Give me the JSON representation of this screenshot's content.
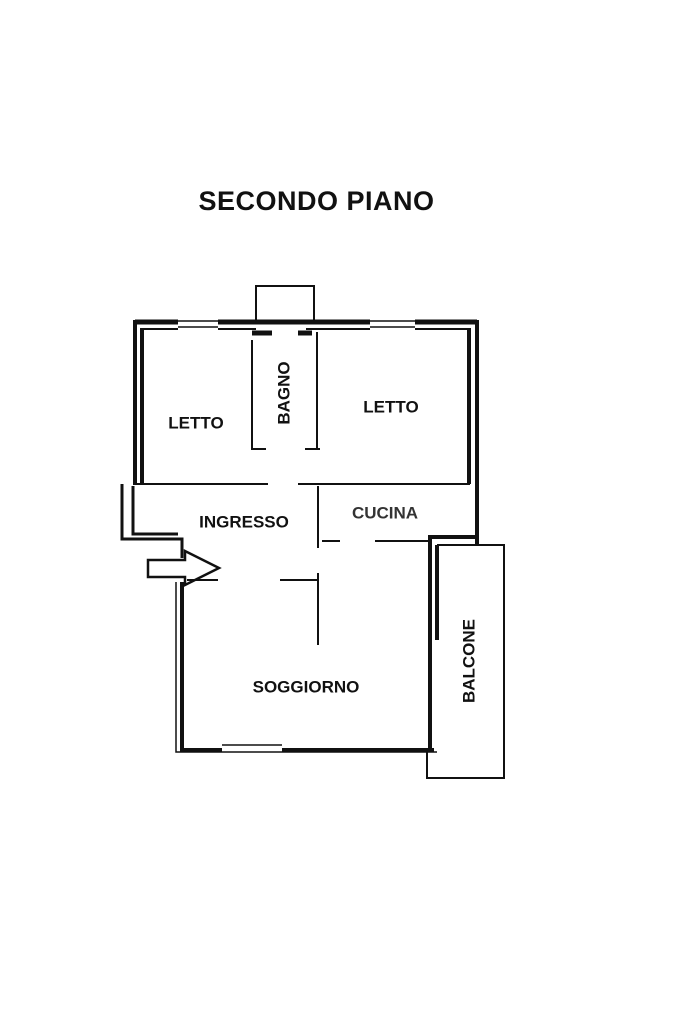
{
  "title": "SECONDO PIANO",
  "rooms": {
    "letto_left": "LETTO",
    "bagno": "BAGNO",
    "letto_right": "LETTO",
    "ingresso": "INGRESSO",
    "cucina": "CUCINA",
    "soggiorno": "SOGGIORNO",
    "balcone": "BALCONE"
  },
  "colors": {
    "line": "#111111",
    "background": "#ffffff"
  }
}
